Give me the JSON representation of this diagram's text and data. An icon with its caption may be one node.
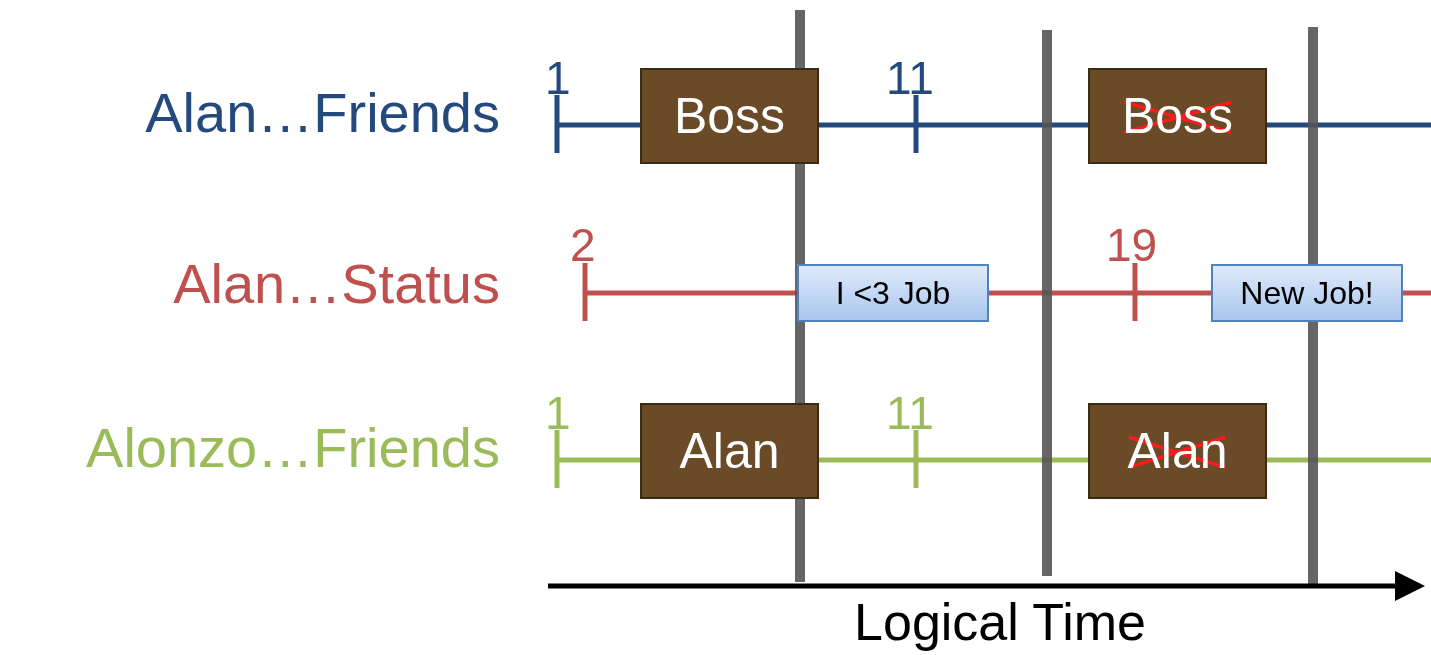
{
  "diagram": {
    "nodes": [
      {
        "text": [
          "Boss"
        ]
      },
      {
        "text": [
          "Boss"
        ]
      },
      {
        "text": [
          "I <3 Job"
        ]
      },
      {
        "text": [
          "New Job!"
        ]
      },
      {
        "text": [
          "Alan"
        ]
      },
      {
        "text": [
          "Alan"
        ]
      }
    ],
    "labels": [
      "1",
      "11",
      "Alan…Friends",
      "2",
      "19",
      "Alan…Status",
      "1",
      "11",
      "Alonzo…Friends",
      "Logical Time"
    ]
  }
}
